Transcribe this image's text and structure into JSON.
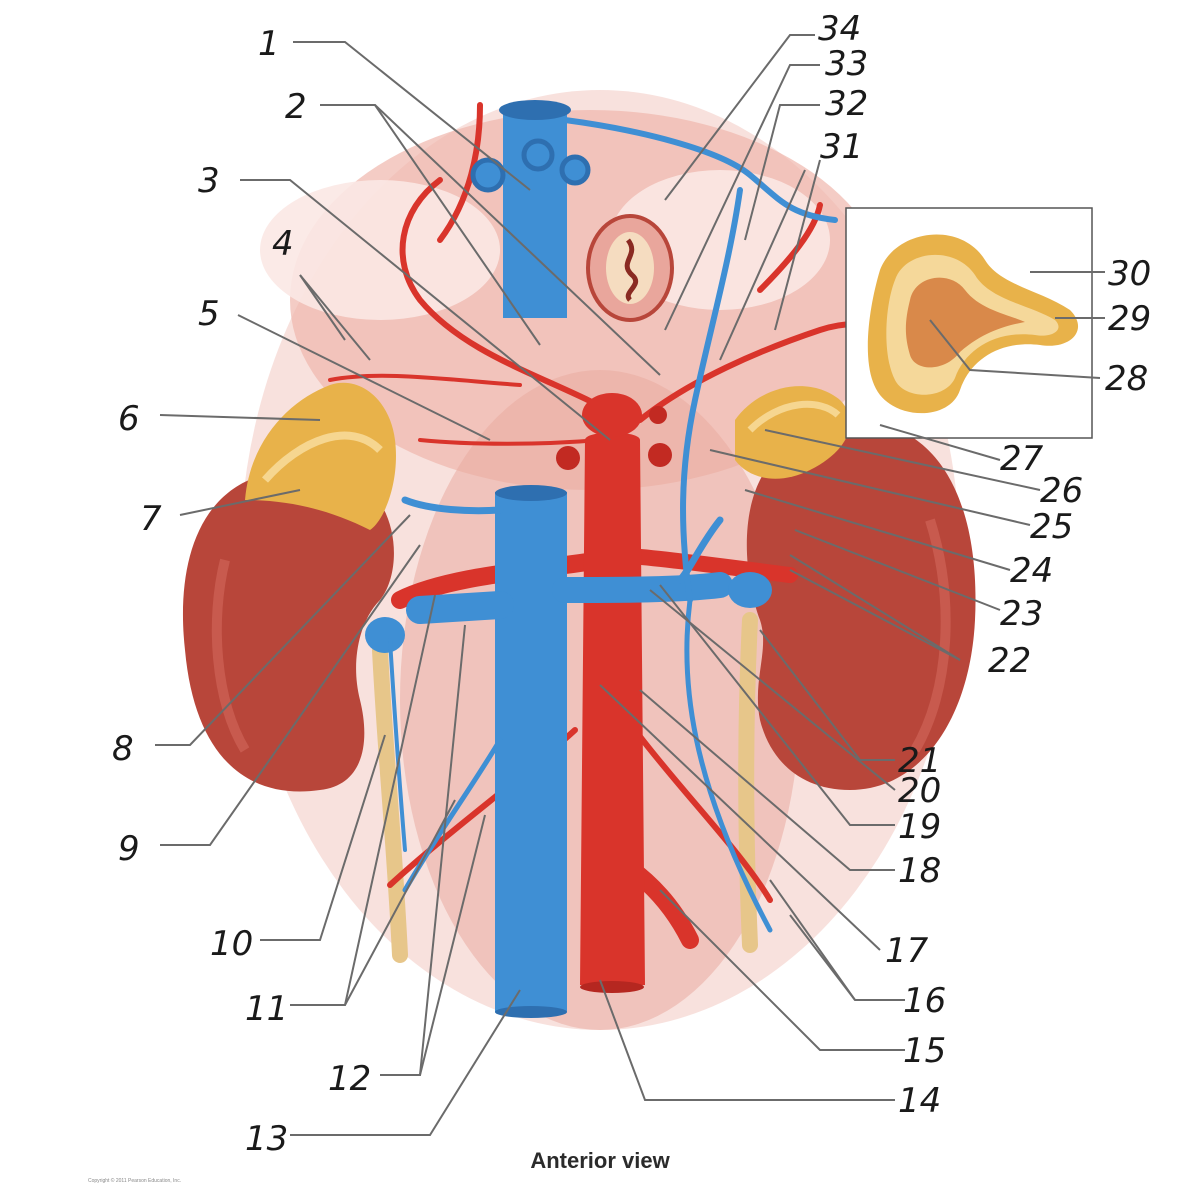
{
  "caption": "Anterior view",
  "copyright": "Copyright © 2011 Pearson Education, Inc.",
  "labels": [
    "1",
    "2",
    "3",
    "4",
    "5",
    "6",
    "7",
    "8",
    "9",
    "10",
    "11",
    "12",
    "13",
    "14",
    "15",
    "16",
    "17",
    "18",
    "19",
    "20",
    "21",
    "22",
    "23",
    "24",
    "25",
    "26",
    "27",
    "28",
    "29",
    "30",
    "31",
    "32",
    "33",
    "34"
  ],
  "colors": {
    "vein": "#3f8fd4",
    "artery": "#d9342b",
    "kidney": "#b8463a",
    "adrenal": "#e8b24a",
    "muscle": "#e9a69c",
    "ureter": "#e7c68a",
    "leader": "#6b6b6b"
  },
  "icons": [
    "kidney-left-shape",
    "kidney-right-shape",
    "adrenal-left-shape",
    "adrenal-right-shape",
    "inferior-vena-cava-shape",
    "aorta-shape",
    "esophagus-section-shape",
    "adrenal-cross-section-inset"
  ]
}
